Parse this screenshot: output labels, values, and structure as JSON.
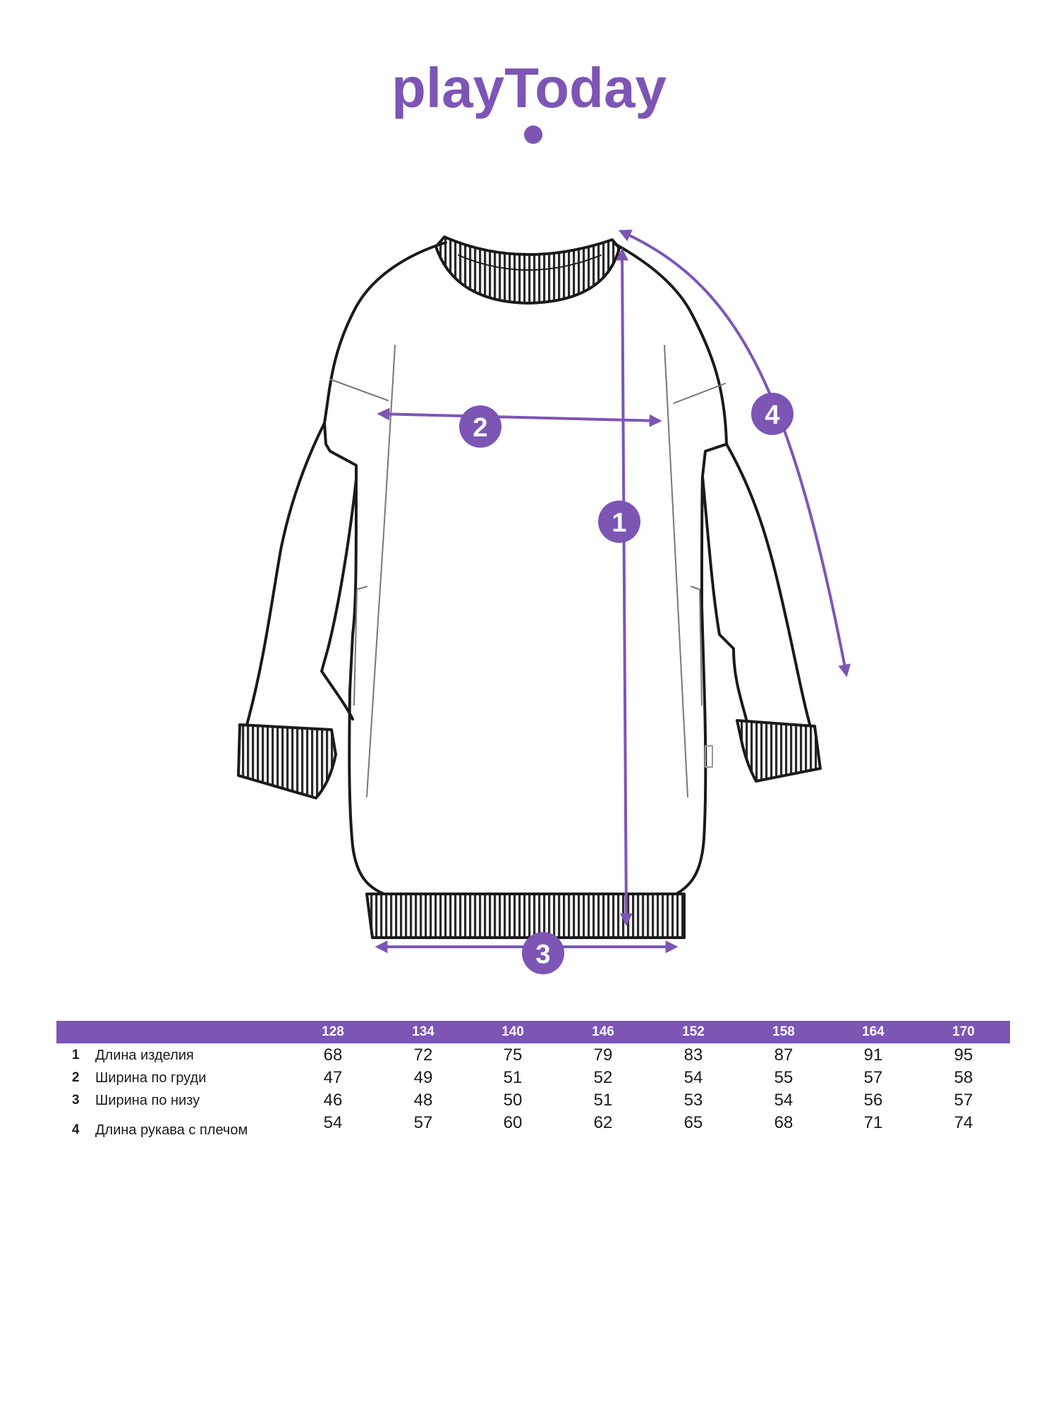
{
  "brand": {
    "logo_text": "playToday",
    "color": "#7d55b5"
  },
  "diagram": {
    "garment_icon": "sweatshirt-dress-outline",
    "markers": [
      {
        "number": "1"
      },
      {
        "number": "2"
      },
      {
        "number": "3"
      },
      {
        "number": "4"
      }
    ]
  },
  "size_table": {
    "header_color": "#7d55b5",
    "sizes": [
      "128",
      "134",
      "140",
      "146",
      "152",
      "158",
      "164",
      "170"
    ],
    "rows": [
      {
        "num": "1",
        "label": "Длина изделия",
        "values": [
          "68",
          "72",
          "75",
          "79",
          "83",
          "87",
          "91",
          "95"
        ]
      },
      {
        "num": "2",
        "label": "Ширина по груди",
        "values": [
          "47",
          "49",
          "51",
          "52",
          "54",
          "55",
          "57",
          "58"
        ]
      },
      {
        "num": "3",
        "label": "Ширина по низу",
        "values": [
          "46",
          "48",
          "50",
          "51",
          "53",
          "54",
          "56",
          "57"
        ]
      },
      {
        "num": "4",
        "label": "Длина рукава с плечом",
        "values": [
          "54",
          "57",
          "60",
          "62",
          "65",
          "68",
          "71",
          "74"
        ]
      }
    ]
  }
}
